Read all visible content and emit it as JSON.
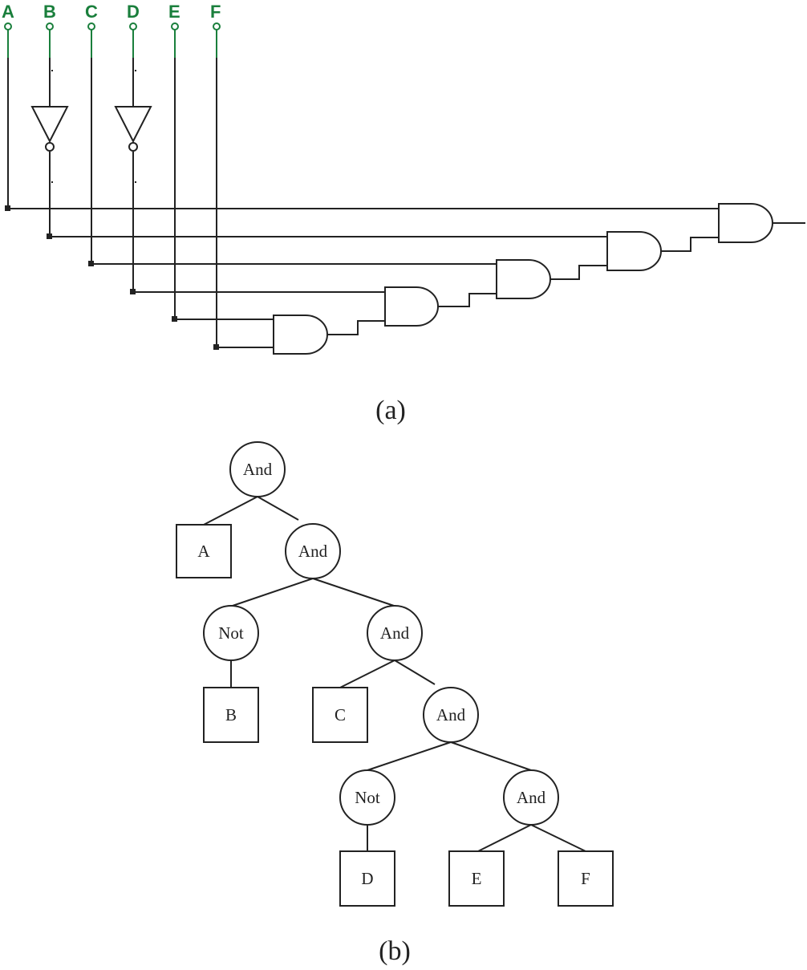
{
  "circuit": {
    "inputs": [
      "A",
      "B",
      "C",
      "D",
      "E",
      "F"
    ],
    "caption": "(a)"
  },
  "tree": {
    "caption": "(b)",
    "nodes": {
      "root": "And",
      "leaf_a": "A",
      "and_2": "And",
      "not_1": "Not",
      "and_3": "And",
      "leaf_b": "B",
      "leaf_c": "C",
      "and_4": "And",
      "not_2": "Not",
      "and_5": "And",
      "leaf_d": "D",
      "leaf_e": "E",
      "leaf_f": "F"
    }
  },
  "colors": {
    "input_green": "#1a7f3c",
    "line": "#222222"
  }
}
